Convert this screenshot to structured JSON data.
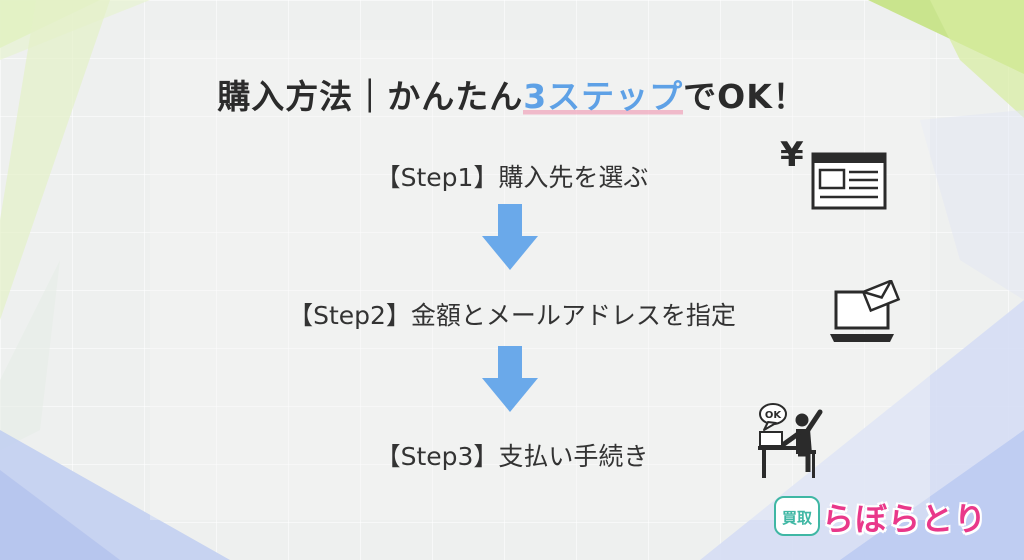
{
  "title": {
    "part1": "購入方法｜かんたん",
    "highlight": "3ステップ",
    "part2": "でOK！"
  },
  "steps": [
    {
      "label": "【Step1】購入先を選ぶ",
      "icon": "yen-browser-icon"
    },
    {
      "label": "【Step2】金額とメールアドレスを指定",
      "icon": "laptop-mail-icon"
    },
    {
      "label": "【Step3】支払い手続き",
      "icon": "person-ok-icon"
    }
  ],
  "arrow_icon": "down-arrow-icon",
  "ok_text": "OK",
  "logo": {
    "badge": "買取",
    "text": "らぼらとり"
  },
  "colors": {
    "highlight_text": "#5ea1e6",
    "underline": "#f08caa",
    "arrow": "#6aa9ea",
    "logo_text": "#e9388a",
    "logo_badge": "#3fb7a4",
    "bg_green": "#c9e48d",
    "bg_blue": "#bfcdf2"
  }
}
